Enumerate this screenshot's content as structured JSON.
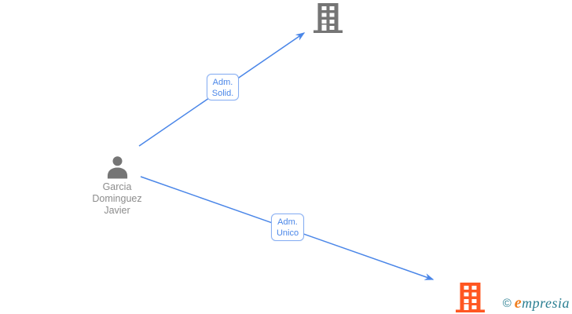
{
  "colors": {
    "edge_blue": "#4a86e8",
    "label_border_blue": "#87aef2",
    "label_text_blue": "#4a86e8",
    "person_icon_gray": "#757575",
    "person_name_gray": "#8c8c8c",
    "building_top_gray": "#757575",
    "building_bottom_orange": "#ff5722",
    "logo_teal": "#2b7f92",
    "logo_orange": "#ef7d1d"
  },
  "diagram": {
    "person": {
      "name": "Garcia Dominguez Javier",
      "name_line1": "Garcia",
      "name_line2": "Dominguez",
      "name_line3": "Javier",
      "icon": "person-icon"
    },
    "companies": [
      {
        "id": "company-top",
        "icon": "building-icon",
        "color": "#757575"
      },
      {
        "id": "company-bottom",
        "icon": "building-icon",
        "color": "#ff5722"
      }
    ],
    "edges": [
      {
        "from": "person",
        "to": "company-top",
        "label": "Adm. Solid.",
        "label_line1": "Adm.",
        "label_line2": "Solid."
      },
      {
        "from": "person",
        "to": "company-bottom",
        "label": "Adm. Unico",
        "label_line1": "Adm.",
        "label_line2": "Unico"
      }
    ]
  },
  "watermark": {
    "copyright": "©",
    "brand_first": "e",
    "brand_rest": "mpresia",
    "brand": "empresia"
  }
}
